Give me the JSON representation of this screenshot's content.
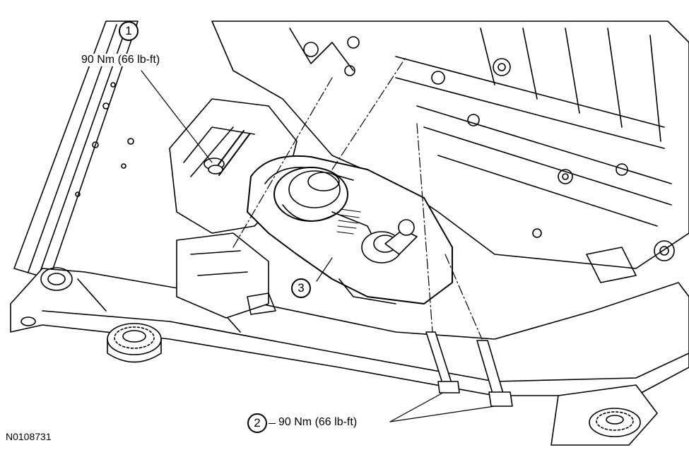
{
  "callouts": [
    {
      "number": "1",
      "torque": "90 Nm (66 lb-ft)"
    },
    {
      "number": "2",
      "torque": "90 Nm (66 lb-ft)"
    },
    {
      "number": "3"
    }
  ],
  "figure_id": "N0108731"
}
